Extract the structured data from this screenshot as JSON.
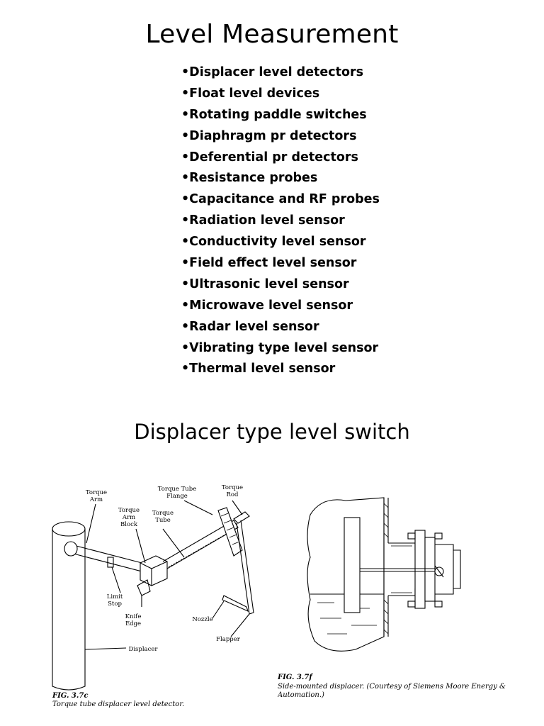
{
  "page": {
    "title": "Level Measurement",
    "subtitle": "Displacer type level switch"
  },
  "bullets": [
    "•Displacer level detectors",
    "•Float level devices",
    "•Rotating paddle switches",
    "•Diaphragm pr detectors",
    "•Deferential pr detectors",
    "•Resistance probes",
    "•Capacitance and RF probes",
    "•Radiation level sensor",
    "•Conductivity level sensor",
    "•Field effect level sensor",
    "•Ultrasonic level sensor",
    "•Microwave level sensor",
    "•Radar level sensor",
    "•Vibrating type level sensor",
    "•Thermal level sensor"
  ],
  "figure_left": {
    "labels": {
      "torque_arm": [
        "Torque",
        "Arm"
      ],
      "torque_arm_block": [
        "Torque",
        "Arm",
        "Block"
      ],
      "torque_tube_flange": [
        "Torque Tube",
        "Flange"
      ],
      "torque_tube": [
        "Torque",
        "Tube"
      ],
      "torque_rod": [
        "Torque",
        "Rod"
      ],
      "limit_stop": [
        "Limit",
        "Stop"
      ],
      "knife_edge": [
        "Knife",
        "Edge"
      ],
      "nozzle": "Nozzle",
      "flapper": "Flapper",
      "displacer": "Displacer"
    },
    "caption_label": "FIG. 3.7c",
    "caption_text": "Torque tube displacer level detector."
  },
  "figure_right": {
    "caption_label": "FIG. 3.7f",
    "caption_lines": [
      "Side-mounted displacer. (Courtesy of Siemens Moore Energy &",
      "Automation.)"
    ]
  }
}
